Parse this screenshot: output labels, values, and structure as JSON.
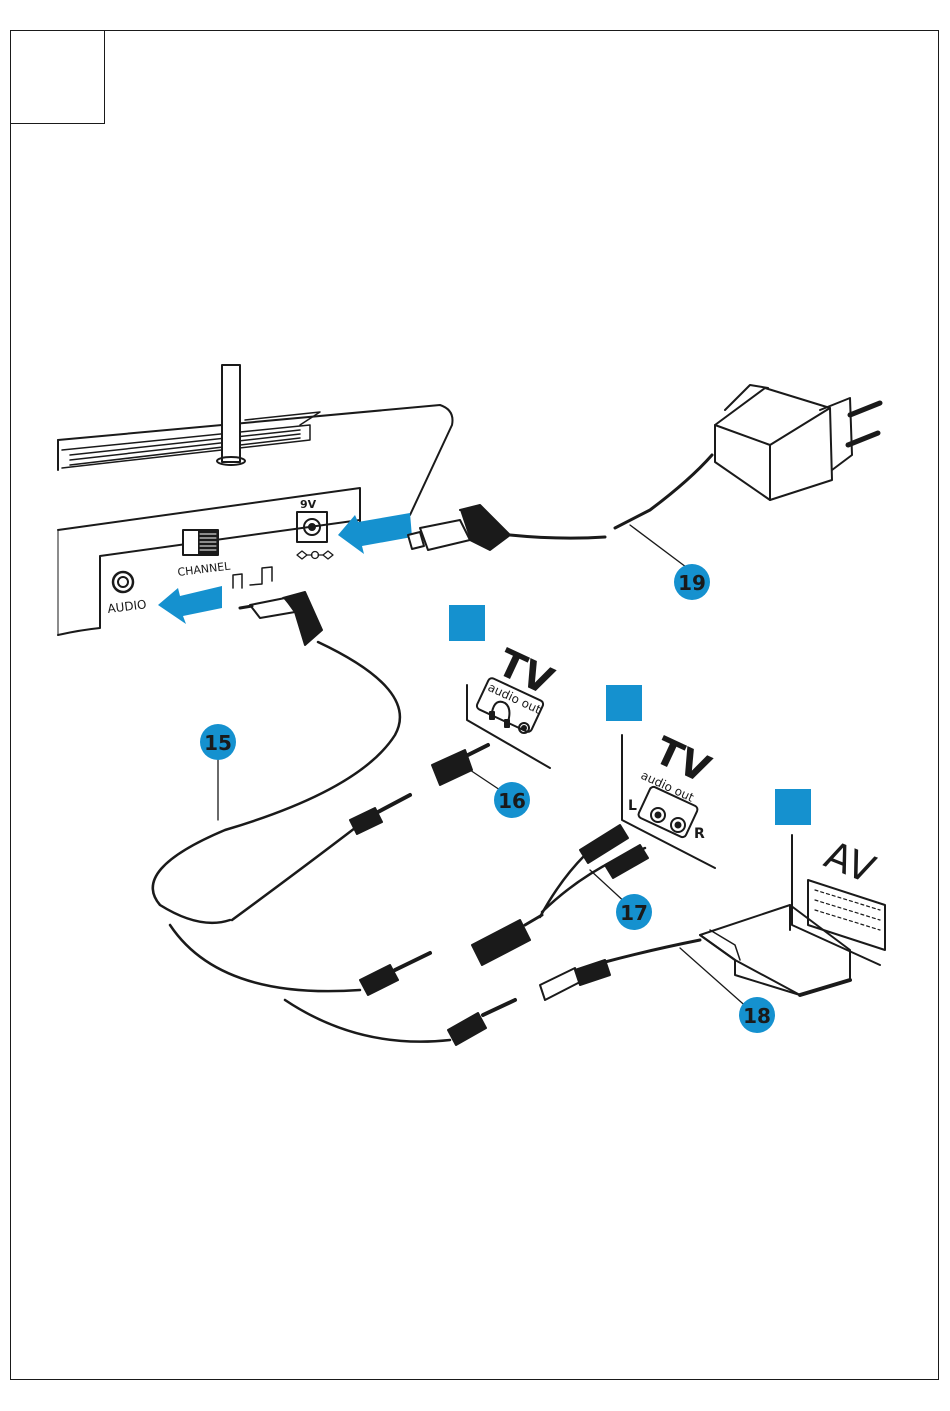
{
  "colors": {
    "callout": "#1591cf",
    "ink": "#1a1a1a",
    "arrow": "#1591cf"
  },
  "base_unit": {
    "port_channel": "CHANNEL",
    "port_audio": "AUDIO",
    "port_power_voltage": "9V"
  },
  "panels": [
    {
      "heading": "TV",
      "subheading": "audio out"
    },
    {
      "heading": "TV",
      "subheading": "audio out",
      "left": "L",
      "right": "R"
    },
    {
      "heading": "AV"
    }
  ],
  "callouts": [
    {
      "number": "15"
    },
    {
      "number": "16"
    },
    {
      "number": "17"
    },
    {
      "number": "18"
    },
    {
      "number": "19"
    }
  ],
  "icons": [
    "arrow-icon",
    "headphone-icon",
    "dc-polarity-icon",
    "power-adapter-icon",
    "scart-plug-icon"
  ]
}
